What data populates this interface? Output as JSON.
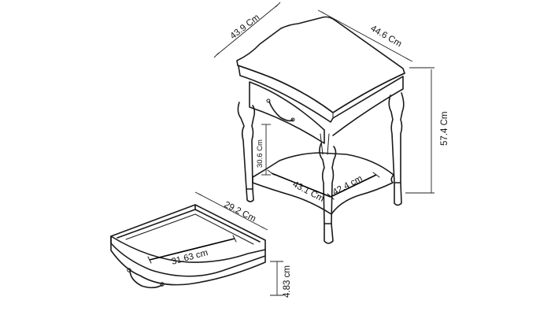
{
  "product_view": "bedside table line drawing with dimensions",
  "dimensions": {
    "top_width": "43.9 Cm",
    "top_depth": "44.6 Cm",
    "height": "57.4 Cm",
    "under_drawer_height": "30.6 Cm",
    "shelf_width": "43.1 Cm",
    "shelf_depth": "42.4 cm",
    "drawer_depth": "29.2 Cm",
    "drawer_width": "31.63 cm",
    "drawer_height": "4.83 cm"
  },
  "colors": {
    "line": "#1a1a1a",
    "background": "#ffffff"
  }
}
